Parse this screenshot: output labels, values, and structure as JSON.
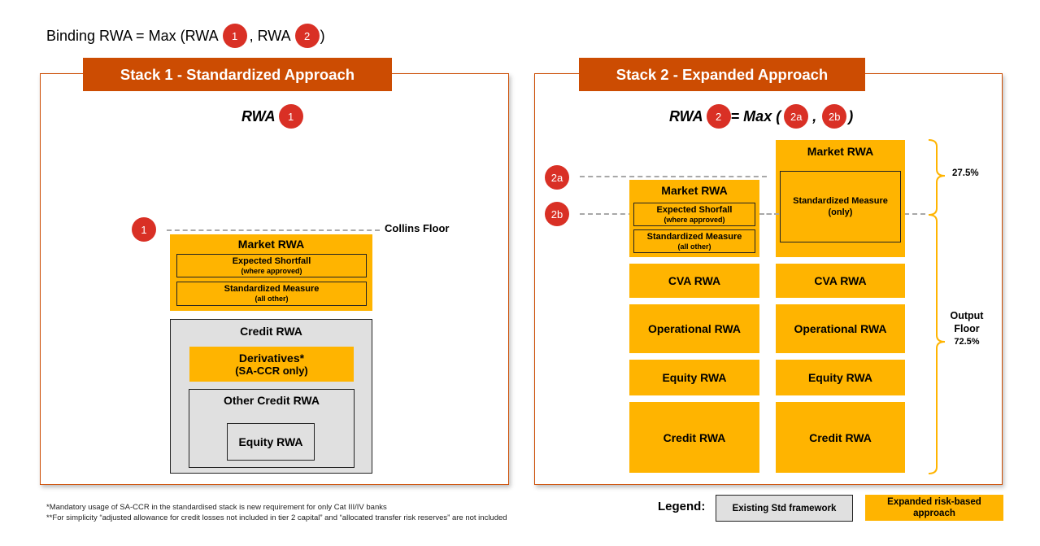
{
  "formula": {
    "prefix": "Binding RWA =  Max (RWA",
    "badge1": "1",
    "middle": ", RWA",
    "badge2": "2",
    "suffix": ")"
  },
  "stack1": {
    "title": "Stack 1 - Standardized Approach",
    "rwa_label": "RWA",
    "rwa_badge": "1",
    "floor_badge": "1",
    "floor_label": "Collins Floor",
    "market": {
      "title": "Market RWA",
      "es_title": "Expected Shortfall",
      "es_sub": "(where approved)",
      "sm_title": "Standardized Measure",
      "sm_sub": "(all other)"
    },
    "credit": {
      "title": "Credit RWA",
      "derivatives_title": "Derivatives*",
      "derivatives_sub": "(SA-CCR only)",
      "other_title": "Other Credit RWA",
      "equity": "Equity RWA"
    }
  },
  "stack2": {
    "title": "Stack 2 - Expanded Approach",
    "rwa_label": "RWA",
    "rwa_badge": "2",
    "max_label": "= Max (",
    "badge_2a": "2a",
    "comma": ",",
    "badge_2b": "2b",
    "close": ")",
    "line_2a_badge": "2a",
    "line_2b_badge": "2b",
    "col_a": {
      "market_title": "Market RWA",
      "es_title": "Expected Shorfall",
      "es_sub": "(where approved)",
      "sm_title": "Standardized Measure",
      "sm_sub": "(all other)",
      "cva": "CVA RWA",
      "operational": "Operational RWA",
      "equity": "Equity RWA",
      "credit": "Credit RWA"
    },
    "col_b": {
      "market_title": "Market RWA",
      "sm_title": "Standardized Measure",
      "sm_sub": "(only)",
      "cva": "CVA RWA",
      "operational": "Operational RWA",
      "equity": "Equity RWA",
      "credit": "Credit RWA"
    },
    "brace_top_label": "27.5%",
    "brace_bottom_label_1": "Output",
    "brace_bottom_label_2": "Floor",
    "brace_bottom_pct": "72.5%"
  },
  "footnotes": [
    "*Mandatory usage of SA-CCR in the standardised stack is new requirement for only Cat III/IV banks",
    "**For simplicity “adjusted allowance for credit losses not included in tier 2 capital” and “allocated transfer risk reserves” are not included"
  ],
  "legend": {
    "label": "Legend:",
    "existing": "Existing Std framework",
    "expanded": "Expanded risk-based approach"
  },
  "colors": {
    "header": "#cc4c02",
    "expanded": "#ffb400",
    "existing": "#e0e0e0",
    "badge": "#d93025"
  }
}
